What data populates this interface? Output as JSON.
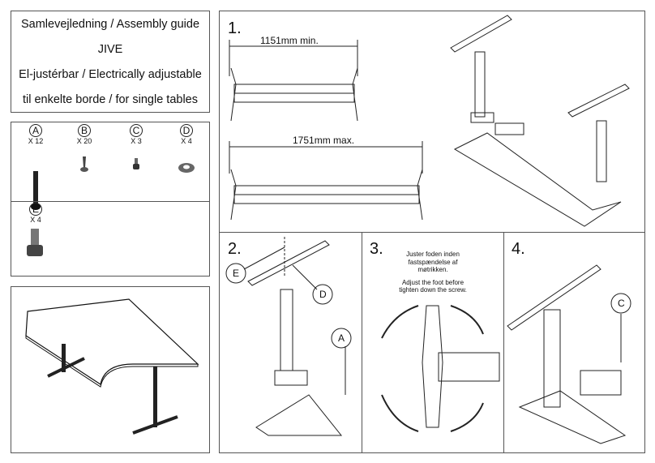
{
  "title": {
    "line1": "Samlevejledning / Assembly guide",
    "line2": "JIVE",
    "line3": "El-justérbar / Electrically adjustable",
    "line4": "til enkelte borde / for single tables"
  },
  "parts": [
    {
      "letter": "A",
      "qty": "X 12"
    },
    {
      "letter": "B",
      "qty": "X 20"
    },
    {
      "letter": "C",
      "qty": "X 3"
    },
    {
      "letter": "D",
      "qty": "X 4"
    },
    {
      "letter": "E",
      "qty": "X 4"
    }
  ],
  "steps": {
    "s1": "1.",
    "s2": "2.",
    "s3": "3.",
    "s4": "4."
  },
  "dims": {
    "min": "1151mm min.",
    "max": "1751mm max."
  },
  "callouts": {
    "e": "E",
    "d": "D",
    "a": "A",
    "c": "C"
  },
  "note": {
    "da1": "Juster foden inden",
    "da2": "fastspændelse af",
    "da3": "møtrikken.",
    "en1": "Adjust the foot before",
    "en2": "tighten down the screw."
  }
}
